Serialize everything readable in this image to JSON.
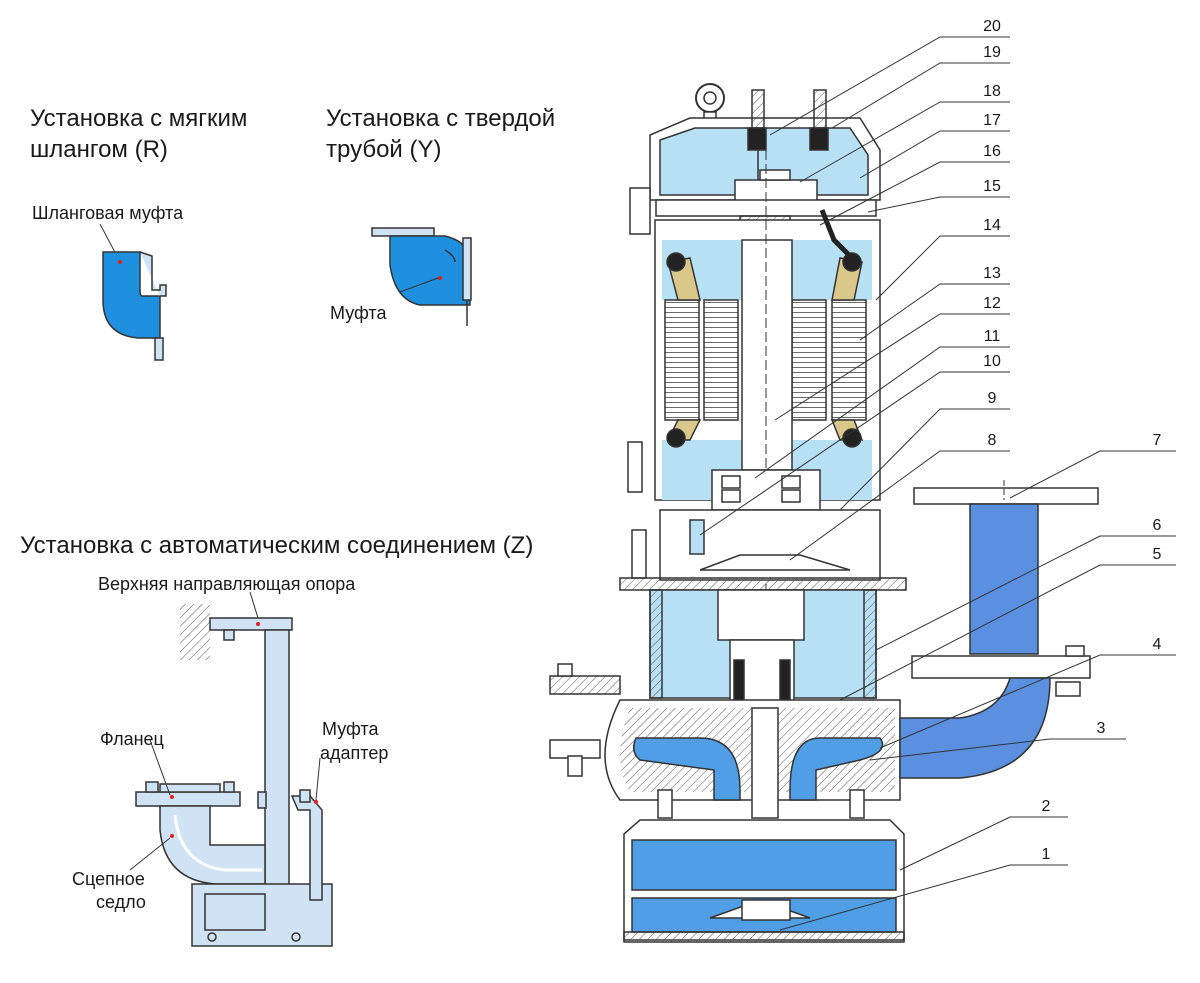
{
  "install_soft": {
    "title_line1": "Установка с мягким",
    "title_line2": "шлангом (R)",
    "label": "Шланговая муфта"
  },
  "install_rigid": {
    "title_line1": "Установка с твердой",
    "title_line2": "трубой (Y)",
    "label": "Муфта"
  },
  "install_auto": {
    "title": "Установка с автоматическим соединением (Z)",
    "top_guide": "Верхняя направляющая опора",
    "flange": "Фланец",
    "adapter_line1": "Муфта",
    "adapter_line2": "адаптер",
    "saddle_line1": "Сцепное",
    "saddle_line2": "седло"
  },
  "callouts": [
    "20",
    "19",
    "18",
    "17",
    "16",
    "15",
    "14",
    "13",
    "12",
    "11",
    "10",
    "9",
    "8",
    "7",
    "6",
    "5",
    "4",
    "3",
    "2",
    "1"
  ],
  "colors": {
    "fluid_blue": "#4f9ee6",
    "pipe_blue": "#5b8fe0",
    "chamber_cyan": "#b8e0f5",
    "bronze": "#d9c88a",
    "outline": "#333333"
  }
}
